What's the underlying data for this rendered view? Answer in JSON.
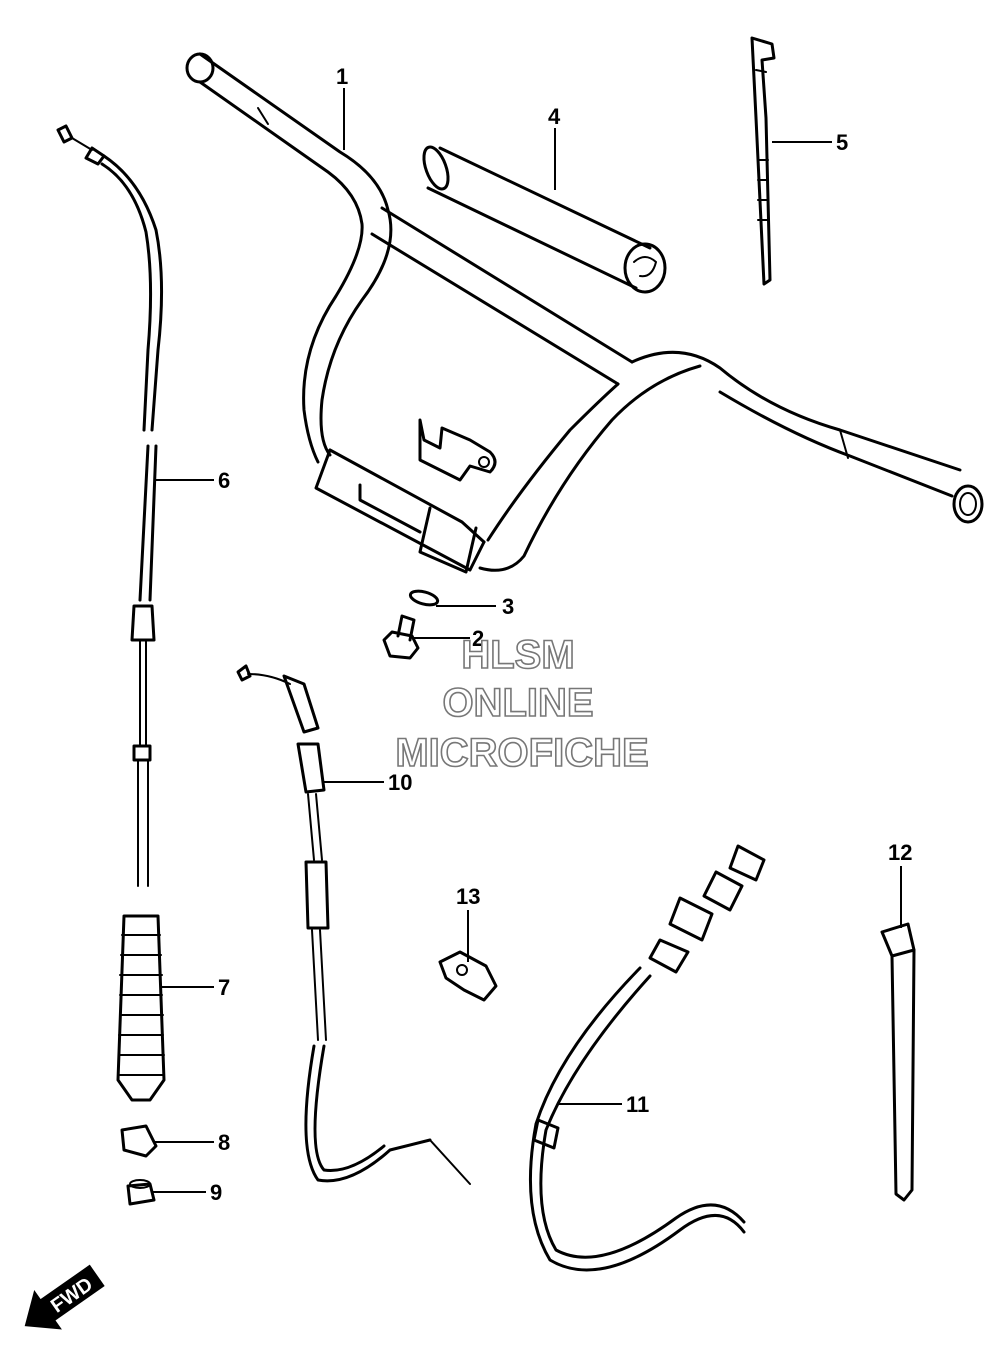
{
  "callouts": [
    "1",
    "2",
    "3",
    "4",
    "5",
    "6",
    "7",
    "8",
    "9",
    "10",
    "11",
    "12",
    "13"
  ],
  "watermark": [
    "HLSM",
    "ONLINE",
    "MICROFICHE"
  ],
  "fwd_label": "FWD"
}
